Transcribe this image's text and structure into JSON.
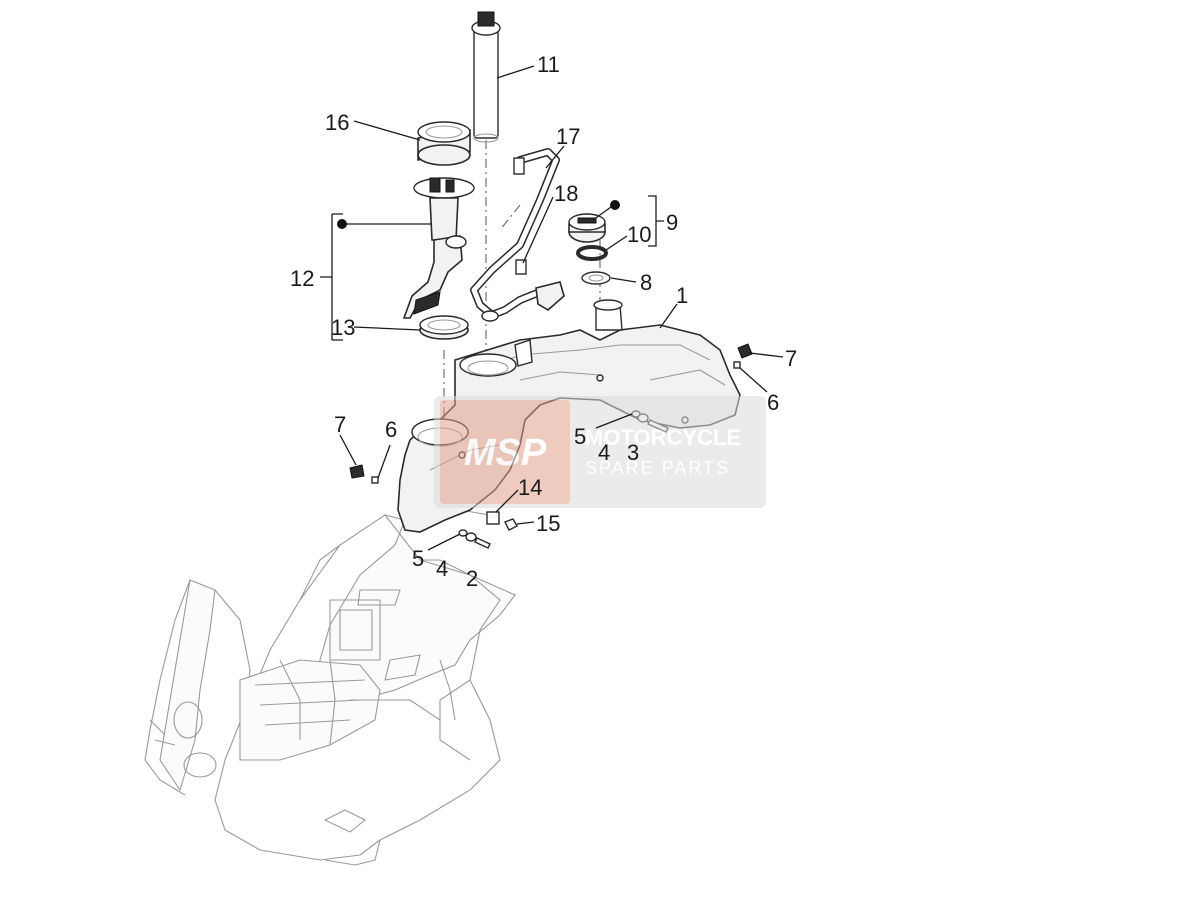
{
  "diagram": {
    "callouts": [
      "1",
      "2",
      "3",
      "4",
      "4",
      "5",
      "5",
      "6",
      "6",
      "7",
      "7",
      "8",
      "9",
      "10",
      "11",
      "12",
      "13",
      "14",
      "15",
      "16",
      "17",
      "18"
    ],
    "kit_markers": [
      "•",
      "•"
    ]
  },
  "watermark": {
    "logo": "MSP",
    "line1": "MOTORCYCLE",
    "line2": "SPARE PARTS",
    "accent_color": "#e8704a"
  }
}
